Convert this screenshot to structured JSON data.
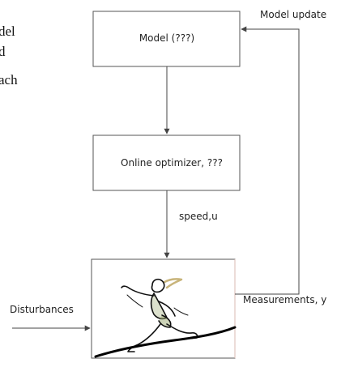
{
  "left_text_fragments": [
    "del",
    "d",
    "ach"
  ],
  "boxes": {
    "model": {
      "label": "Model (???)"
    },
    "optimizer": {
      "label": "Online optimizer, ???"
    }
  },
  "signals": {
    "model_update": "Model update",
    "speed": "speed,u",
    "disturbances": "Disturbances",
    "measurements": "Measurements, y"
  },
  "colors": {
    "box_stroke": "#555555",
    "arrow": "#444444",
    "runner_outline": "#111111",
    "runner_accent": "#9aa870",
    "runner_hair": "#c8b47a",
    "ground": "#000000"
  }
}
